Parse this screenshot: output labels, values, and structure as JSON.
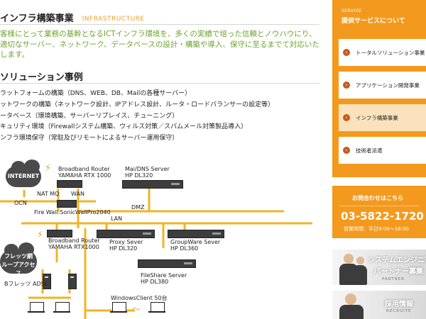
{
  "main": {
    "title": "インフラ構築事業",
    "title_en": "INFRASTRUCTURE",
    "intro": "客様にとって業務の基幹となるICTインフラ環境を、多くの実績で培った信頼とノウハウにり、適切なサーバー、ネットワーク、データベースの設計・構築や導入、保守に至るまでて対応いたします。",
    "section_title": "ソリューション事例",
    "solutions": [
      "ラットフォームの構築（DNS、WEB、DB、Mailの各種サーバー）",
      "ットワークの構築（ネットワーク設計、IPアドレス設計、ルータ・ロードバランサーの設定等）",
      "ータベース（環境構築、サーバーリプレイス、チューニング）",
      "キュリティ環境（Firewallシステム構築、ウィルス対策／スパムメール対策製品導入）",
      "ンフラ環境保守（常駐及びリモートによるサーバー運用保守）"
    ]
  },
  "diagram": {
    "internet": "INTERNET",
    "ocn": "OCN",
    "router1": "Broadband Router",
    "router1_model": "YAMAHA RTX 1000",
    "mail_server": "Mai/DNS Server",
    "mail_server_model": "HP DL320",
    "nat": "NAT MQ",
    "wan": "WAN",
    "dmz": "DMZ",
    "firewall": "Fire Wall:SonicWallPro2040",
    "lan": "LAN",
    "router2": "Broadband Router",
    "router2_model": "YAMAHA RTX1000",
    "proxy": "Proxy Sever",
    "proxy_model": "HP DL320",
    "groupware": "GroupWare Sever",
    "groupware_model": "HP DL360",
    "flets": "フレッツ網",
    "flets2": "ループアクセス",
    "bflets": "Bフレッツ ADSL",
    "fileshare": "FileShare Server",
    "fileshare_model": "HP DL380",
    "client": "WindowsClient 50台",
    "tilde": "〜"
  },
  "sidebar": {
    "service_label": "SERVISE",
    "service_title": "提供サービスについて",
    "items": [
      {
        "label": "トータルソリューション事業",
        "active": false
      },
      {
        "label": "アプリケーション開発事業",
        "active": false
      },
      {
        "label": "インフラ構築事業",
        "active": true
      },
      {
        "label": "技術者派遣",
        "active": false
      }
    ],
    "arrow": "›",
    "contact_title": "お問合わせはこちら",
    "phone": "03-5822-1720",
    "hours": "営業時間：平日9:00〜18:00",
    "banner1_title": "システムエンジニア",
    "banner1_sub": "パートナー募集",
    "banner1_en": "PARTNER",
    "banner2_title": "採用情報",
    "banner2_en": "RECRUITE"
  },
  "colors": {
    "accent": "#f39a1e",
    "green_text": "#6aa42b",
    "line": "#f0a030"
  }
}
